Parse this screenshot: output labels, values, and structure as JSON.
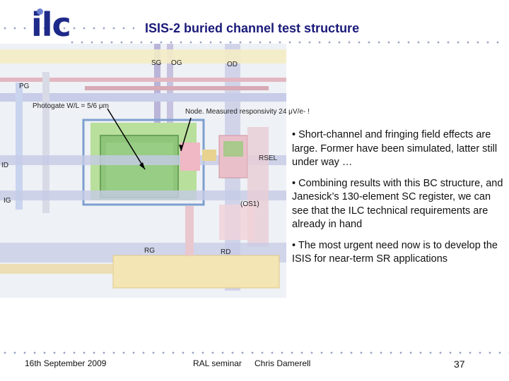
{
  "logo": {
    "text": "ilc"
  },
  "title": "ISIS-2 buried channel test structure",
  "diagram": {
    "labels": {
      "sg": "SG",
      "og": "OG",
      "od": "OD",
      "pg": "PG",
      "photogate": "Photogate W/L = 5/6 μm",
      "node": "Node.  Measured responsivity 24 μV/e- !",
      "rsel": "RSEL",
      "id": "ID",
      "ig": "IG",
      "os1": "(OS1)",
      "rg": "RG",
      "rd": "RD"
    }
  },
  "bullets": [
    "• Short-channel and fringing field effects are large.  Former have been simulated, latter still under way …",
    "• Combining results with this BC structure, and Janesick’s 130-element SC register, we can see that the ILC technical requirements are already in hand",
    "• The most urgent need now is to develop the ISIS for near-term SR applications"
  ],
  "footer": {
    "date": "16th September 2009",
    "event": "RAL seminar",
    "author": "Chris Damerell",
    "page": "37"
  }
}
